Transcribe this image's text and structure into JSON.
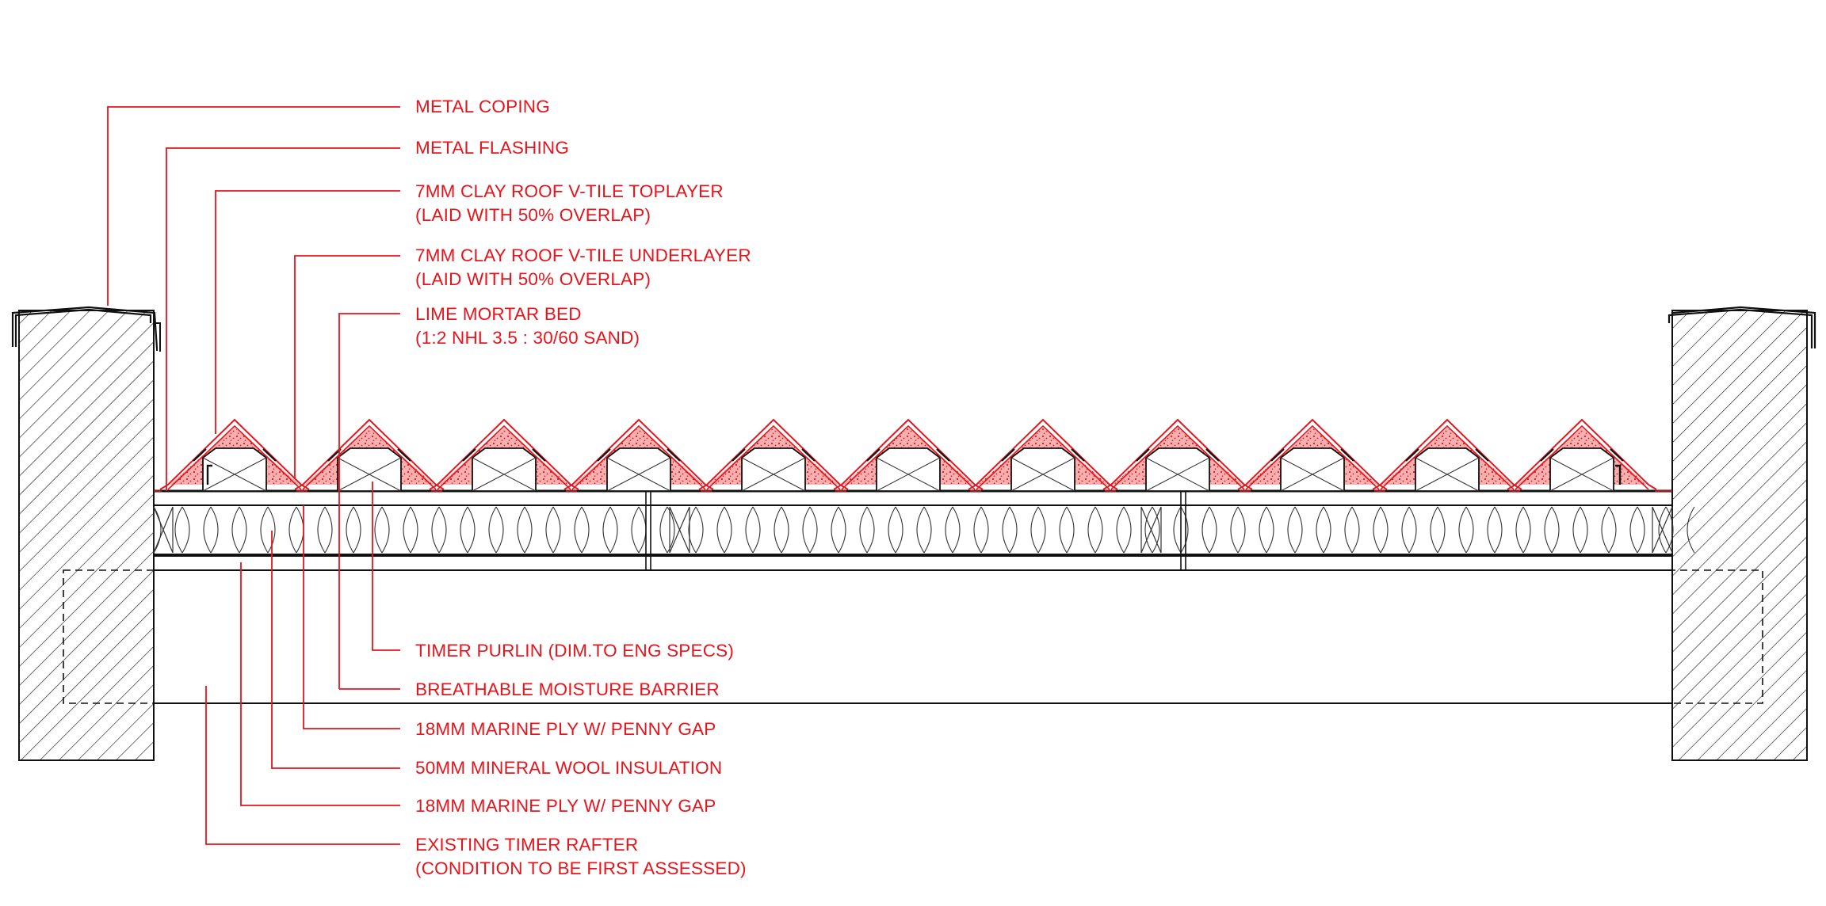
{
  "colors": {
    "annotation": "#e8141c",
    "linework": "#111111",
    "background": "#ffffff",
    "mortar_fill": "#f4a4a4"
  },
  "labels": {
    "metal_coping": {
      "lines": [
        "METAL COPING"
      ]
    },
    "metal_flashing": {
      "lines": [
        "METAL FLASHING"
      ]
    },
    "tile_toplayer": {
      "lines": [
        "7MM CLAY ROOF V-TILE TOPLAYER",
        "(LAID WITH 50% OVERLAP)"
      ]
    },
    "tile_underlayer": {
      "lines": [
        "7MM CLAY ROOF V-TILE UNDERLAYER",
        "(LAID WITH 50% OVERLAP)"
      ]
    },
    "lime_mortar": {
      "lines": [
        "LIME MORTAR BED",
        "(1:2 NHL 3.5 : 30/60 SAND)"
      ]
    },
    "purlin": {
      "lines": [
        "TIMER PURLIN (DIM.TO ENG SPECS)"
      ]
    },
    "moisture_barrier": {
      "lines": [
        "BREATHABLE MOISTURE BARRIER"
      ]
    },
    "ply_top": {
      "lines": [
        "18MM MARINE PLY W/ PENNY GAP"
      ]
    },
    "insulation": {
      "lines": [
        "50MM MINERAL WOOL INSULATION"
      ]
    },
    "ply_bottom": {
      "lines": [
        "18MM MARINE PLY W/ PENNY GAP"
      ]
    },
    "rafter": {
      "lines": [
        "EXISTING TIMER RAFTER",
        "(CONDITION TO BE FIRST ASSESSED)"
      ]
    }
  }
}
